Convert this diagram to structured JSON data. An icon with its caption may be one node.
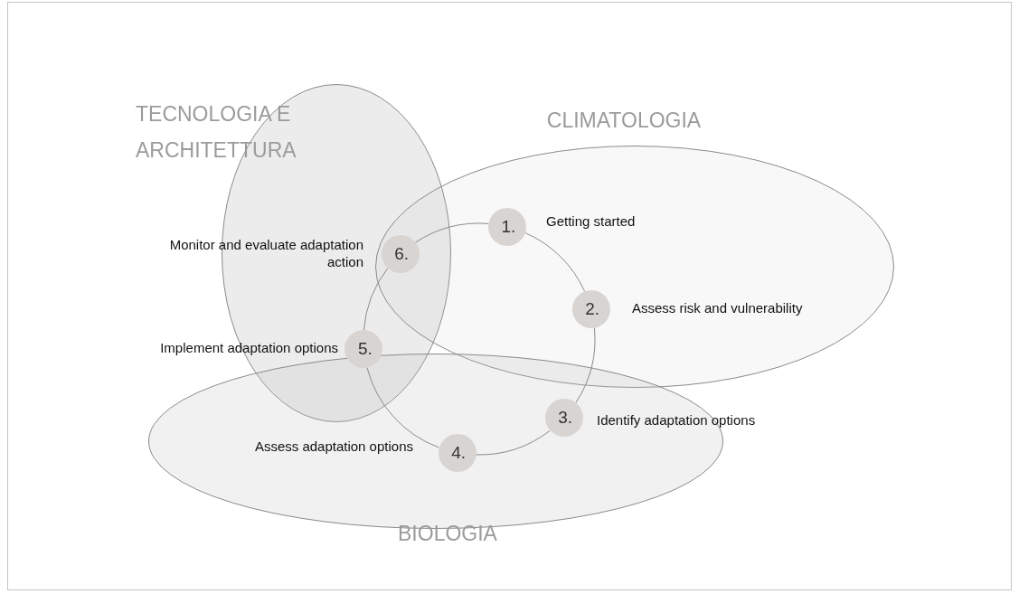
{
  "diagram": {
    "nodes": [
      {
        "text": [
          "1."
        ],
        "beside": [
          "Getting started"
        ]
      },
      {
        "text": [
          "2."
        ],
        "beside": [
          "Assess risk and vulnerability"
        ]
      },
      {
        "text": [
          "3."
        ],
        "beside": [
          "Identify adaptation options"
        ]
      },
      {
        "text": [
          "4."
        ],
        "beside": [
          "Assess adaptation options"
        ]
      },
      {
        "text": [
          "5."
        ],
        "beside": [
          "Implement adaptation options"
        ]
      },
      {
        "text": [
          "6."
        ],
        "beside": [
          "Monitor and evaluate adaptation action"
        ]
      }
    ],
    "edges": [
      {
        "from": 0,
        "to": 1,
        "arrow": "none"
      },
      {
        "from": 1,
        "to": 2,
        "arrow": "none"
      },
      {
        "from": 2,
        "to": 3,
        "arrow": "none"
      },
      {
        "from": 3,
        "to": 4,
        "arrow": "none"
      },
      {
        "from": 4,
        "to": 5,
        "arrow": "none"
      },
      {
        "from": 5,
        "to": 0,
        "arrow": "none"
      }
    ],
    "labels": [
      "TECNOLOGIA E ARCHITETTURA",
      "CLIMATOLOGIA",
      "BIOLOGIA"
    ]
  }
}
